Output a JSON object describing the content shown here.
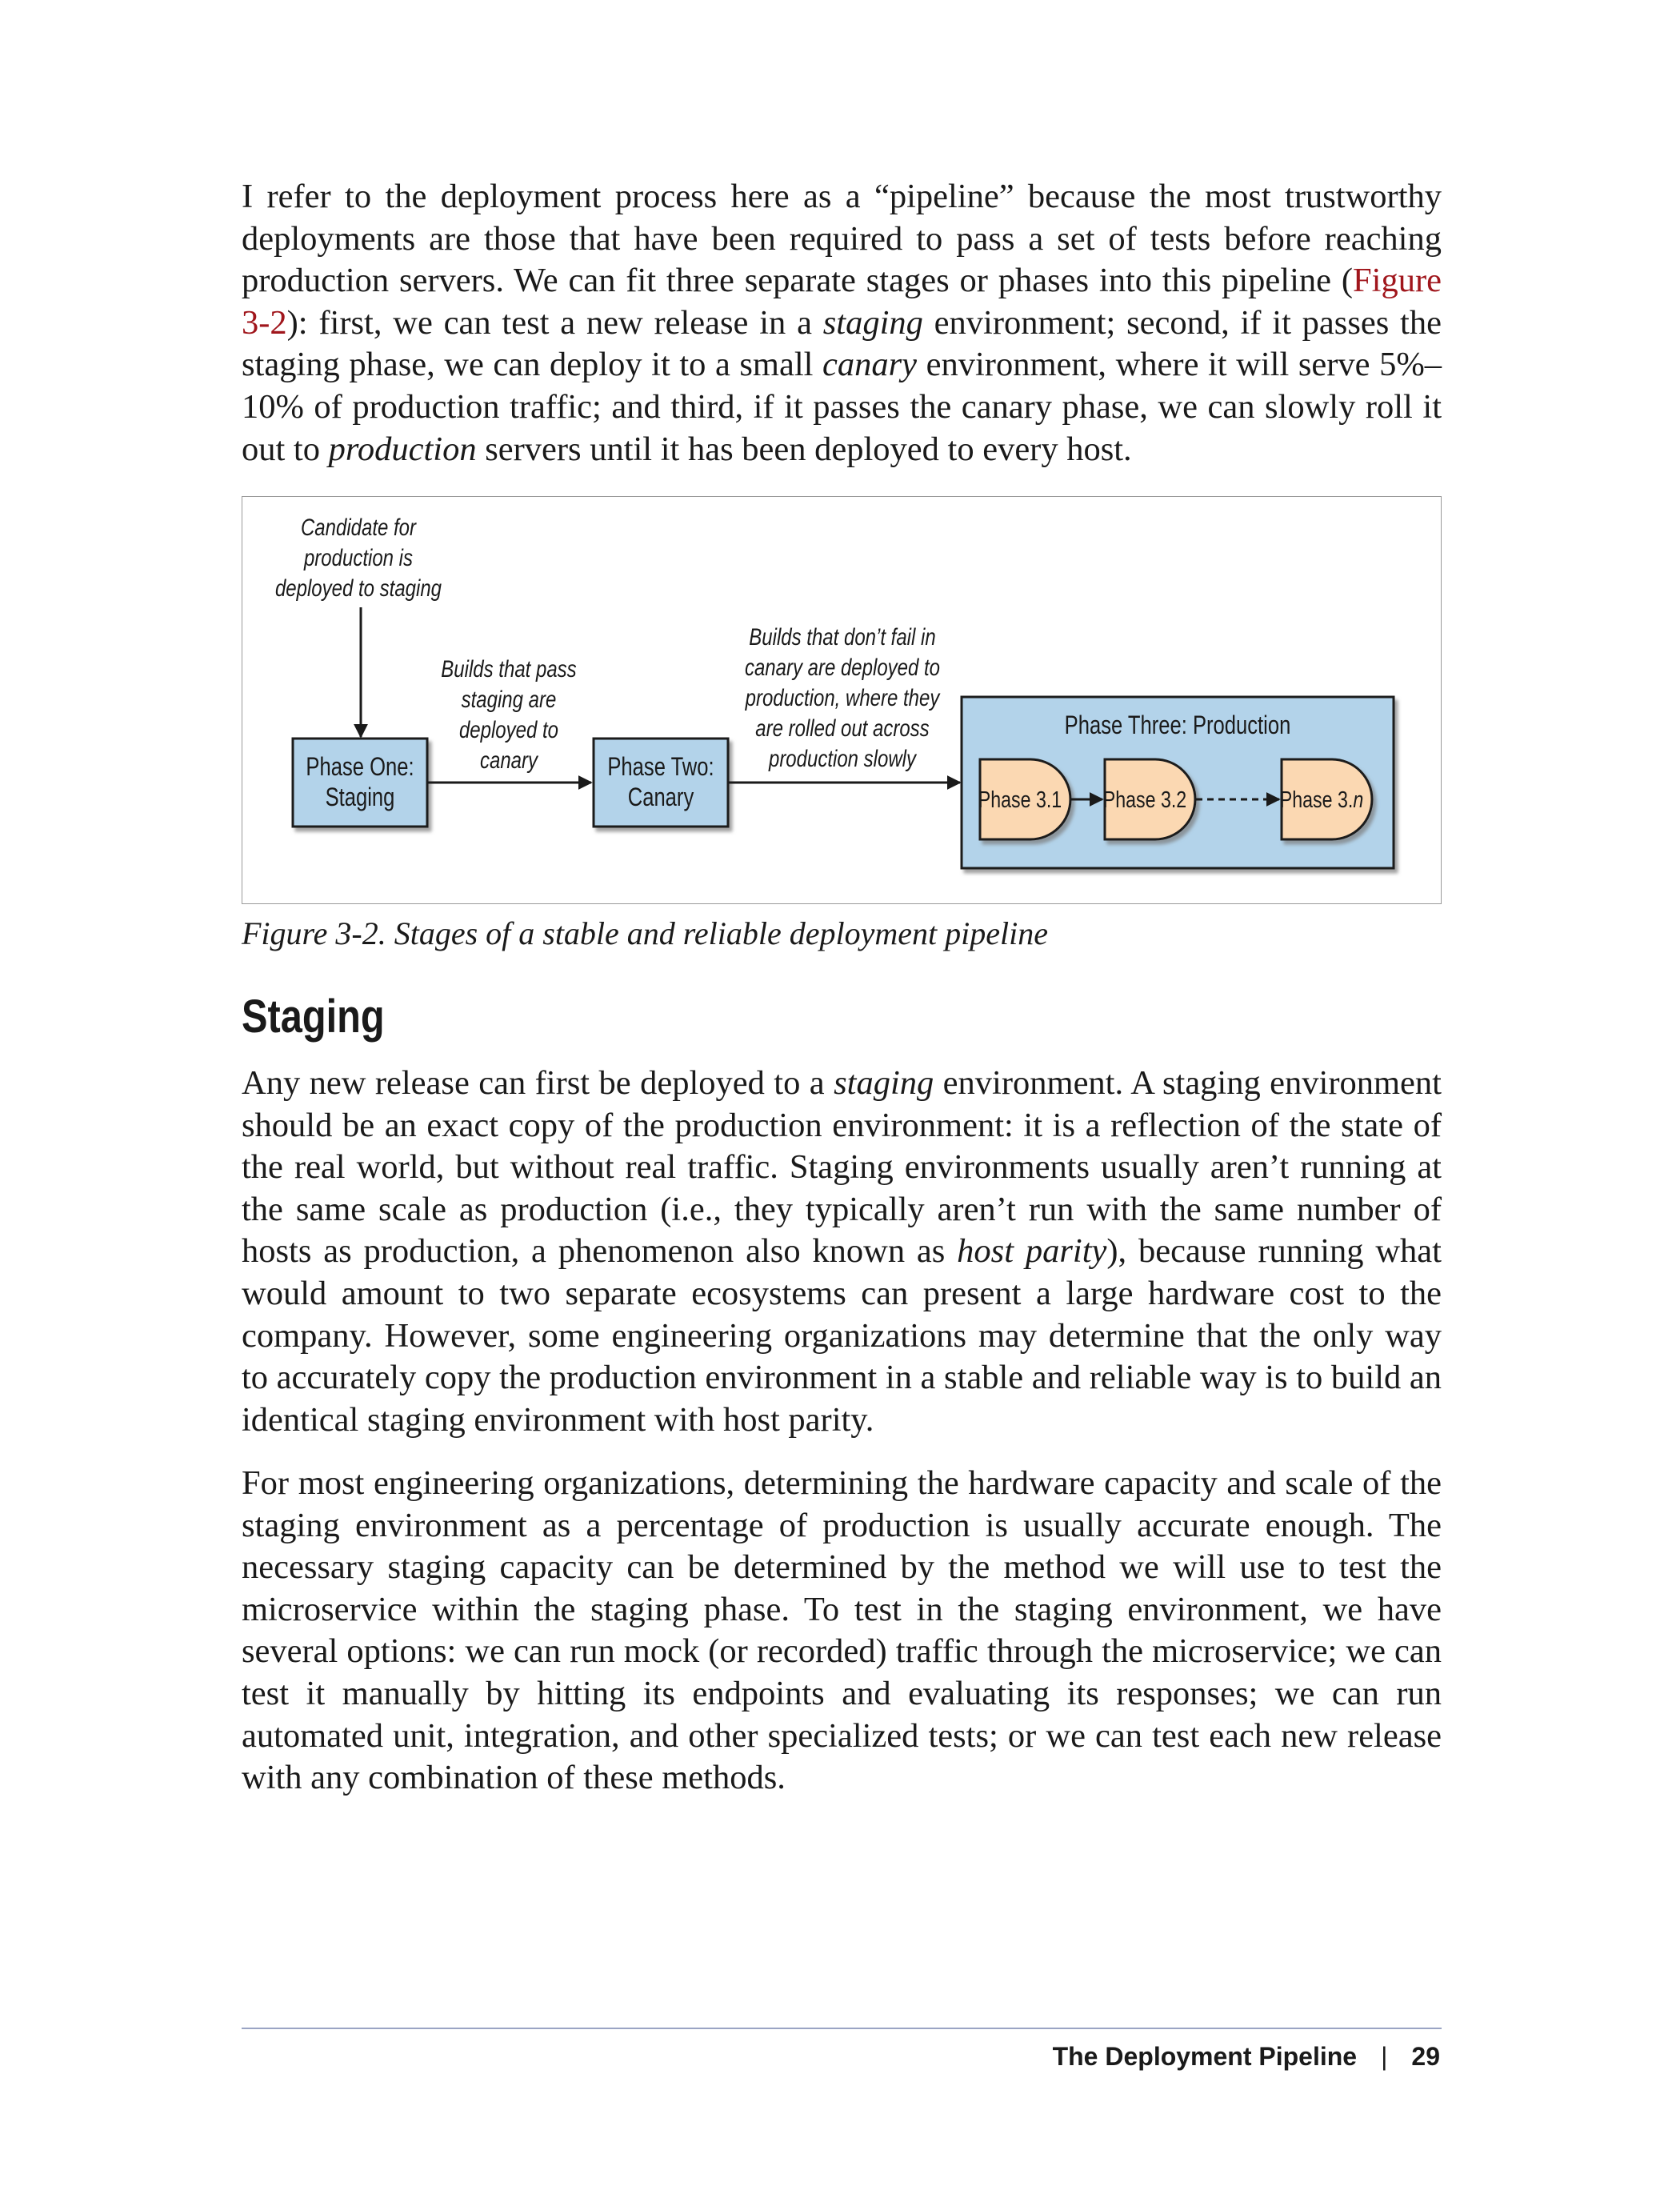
{
  "body": {
    "para1": [
      {
        "t": "I refer to the deployment process here as a “pipeline” because the most trustworthy deployments are those that have been required to pass a set of tests before reaching production servers. We can fit three separate stages or phases into this pipeline ("
      },
      {
        "t": "Figure 3-2",
        "style": "xref"
      },
      {
        "t": "): first, we can test a new release in a "
      },
      {
        "t": "staging",
        "style": "em"
      },
      {
        "t": " environment; second, if it passes the staging phase, we can deploy it to a small "
      },
      {
        "t": "canary",
        "style": "em"
      },
      {
        "t": " environment, where it will serve 5%–10% of production traffic; and third, if it passes the canary phase, we can slowly roll it out to "
      },
      {
        "t": "production",
        "style": "em"
      },
      {
        "t": " servers until it has been deployed to every host."
      }
    ],
    "para2": [
      {
        "t": "Any new release can first be deployed to a "
      },
      {
        "t": "staging",
        "style": "em"
      },
      {
        "t": " environment. A staging environ­ment should be an exact copy of the production environment: it is a reflection of the state of the real world, but without real traffic. Staging environments usually aren’t running at the same scale as production (i.e., they typically aren’t run with the same number of hosts as production, a phenomenon also known as "
      },
      {
        "t": "host parity",
        "style": "em"
      },
      {
        "t": "), because running what would amount to two separate ecosystems can present a large hardware cost to the company. However, some engineering organizations may determine that the only way to accurately copy the production environment in a stable and reliable way is to build an identical staging environment with host parity."
      }
    ],
    "para3": [
      {
        "t": "For most engineering organizations, determining the hardware capacity and scale of the staging environment as a percentage of production is usually accurate enough. The necessary staging capacity can be determined by the method we will use to test the microservice within the staging phase. To test in the staging environment, we have several options: we can run mock (or recorded) traffic through the microservice; we can test it manually by hitting its endpoints and evaluating its responses; we can run automated unit, integration, and other specialized tests; or we can test each new release with any combination of these methods."
      }
    ]
  },
  "figure": {
    "annotation_candidate": [
      "Candidate for",
      "production is",
      "deployed to staging"
    ],
    "annotation_staging_pass": [
      "Builds that pass",
      "staging are",
      "deployed to",
      "canary"
    ],
    "annotation_canary_pass": [
      "Builds that don’t fail in",
      "canary are deployed to",
      "production, where they",
      "are rolled out across",
      "production slowly"
    ],
    "phase_one": [
      "Phase One:",
      "Staging"
    ],
    "phase_two": [
      "Phase Two:",
      "Canary"
    ],
    "phase_three_title": "Phase Three: Production",
    "sub_phase_1": "Phase 3.1",
    "sub_phase_2": "Phase 3.2",
    "sub_phase_n_prefix": "Phase 3.",
    "sub_phase_n_suffix": "n",
    "colors": {
      "box_fill": "#b3d3ea",
      "subphase_fill": "#fbd8b2",
      "stroke": "#1a1a1a"
    }
  },
  "caption": "Figure 3-2. Stages of a stable and reliable deployment pipeline",
  "heading": "Staging",
  "footer": {
    "section_title": "The Deployment Pipeline",
    "separator": "|",
    "page_number": "29"
  }
}
